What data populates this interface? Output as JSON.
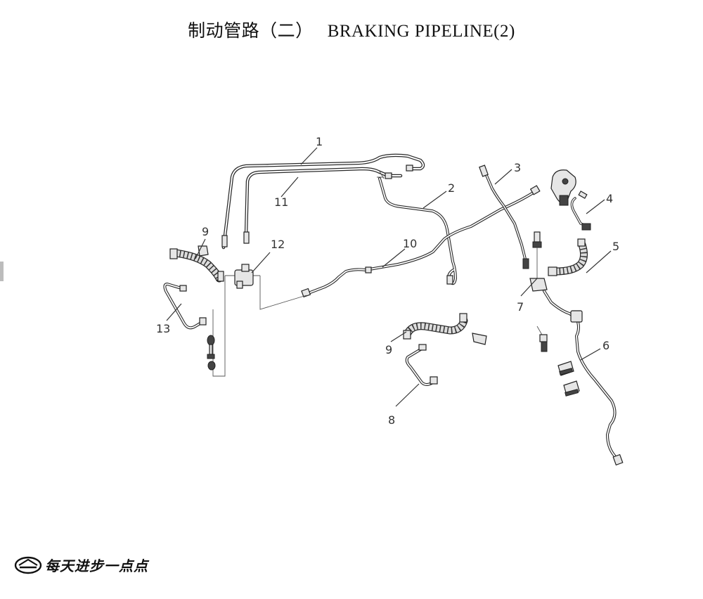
{
  "title": {
    "zh": "制动管路（二）",
    "en": "BRAKING PIPELINE(2)"
  },
  "callouts": [
    "1",
    "2",
    "3",
    "4",
    "5",
    "6",
    "7",
    "8",
    "9",
    "10",
    "11",
    "12",
    "9",
    "13"
  ],
  "footer": {
    "slogan": "每天进步一点点",
    "logo": "brand-emblem-icon"
  },
  "colors": {
    "line": "#2a2a2a",
    "hose": "#d8d8d8",
    "part": "#e6e6e6"
  }
}
